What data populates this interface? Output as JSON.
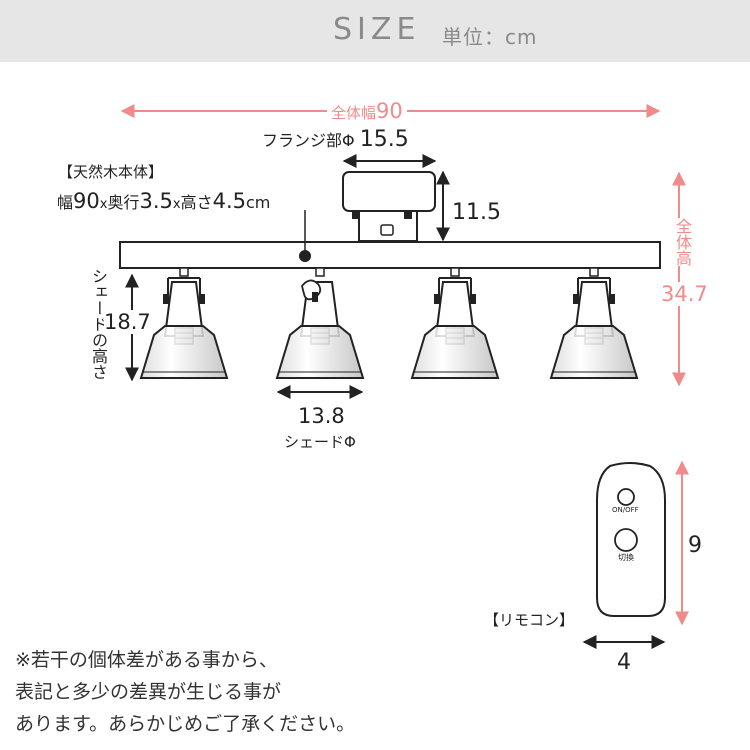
{
  "header": {
    "title": "SIZE",
    "unit": "単位：cm"
  },
  "dimensions": {
    "total_width_label": "全体幅",
    "total_width_value": "90",
    "flange_label": "フランジ部Φ",
    "flange_value": "15.5",
    "flange_height": "11.5",
    "total_height_label": "全体高",
    "total_height_value": "34.7",
    "shade_height_label": "シェードの高さ",
    "shade_height_value": "18.7",
    "shade_diameter_value": "13.8",
    "shade_diameter_label": "シェードΦ"
  },
  "body_spec": {
    "title": "【天然木本体】",
    "w_label": "幅",
    "w_value": "90",
    "x1": "x",
    "d_label": "奥行",
    "d_value": "3.5",
    "x2": "x",
    "h_label": "高さ",
    "h_value": "4.5",
    "unit": "cm"
  },
  "remote": {
    "label": "【リモコン】",
    "height_value": "9",
    "width_value": "4",
    "button1_label": "ON/OFF",
    "button2_label": "切換"
  },
  "notes": [
    "※若干の個体差がある事から、",
    "表記と多少の差異が生じる事が",
    "あります。あらかじめご了承ください。"
  ],
  "colors": {
    "accent_pink": "#f08b8b",
    "header_bg": "#e6e6e6",
    "header_text": "#8a8a8a"
  }
}
